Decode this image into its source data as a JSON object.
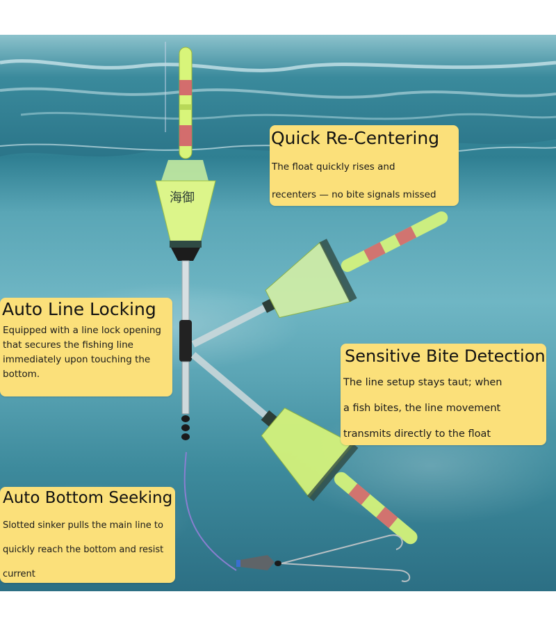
{
  "float_brand_text": "海御",
  "colors": {
    "callout_bg": "#fbe07a",
    "float_body": "#d8f57a",
    "float_band": "#d2556b",
    "water": "#4f9db0"
  },
  "callouts": [
    {
      "title": "Quick Re-Centering",
      "lines": [
        "The float quickly rises and",
        "recenters — no bite signals missed"
      ]
    },
    {
      "title": "Auto Line Locking",
      "lines": [
        "Equipped with a line lock opening",
        "that secures the fishing line",
        "immediately upon touching the",
        "bottom."
      ]
    },
    {
      "title": "Sensitive Bite Detection",
      "lines": [
        "The line setup stays taut; when",
        "a fish bites, the line movement",
        "transmits directly to the float"
      ]
    },
    {
      "title": "Auto Bottom Seeking",
      "lines": [
        "Slotted sinker pulls the main line to",
        "quickly reach the bottom and resist",
        "current"
      ]
    }
  ]
}
